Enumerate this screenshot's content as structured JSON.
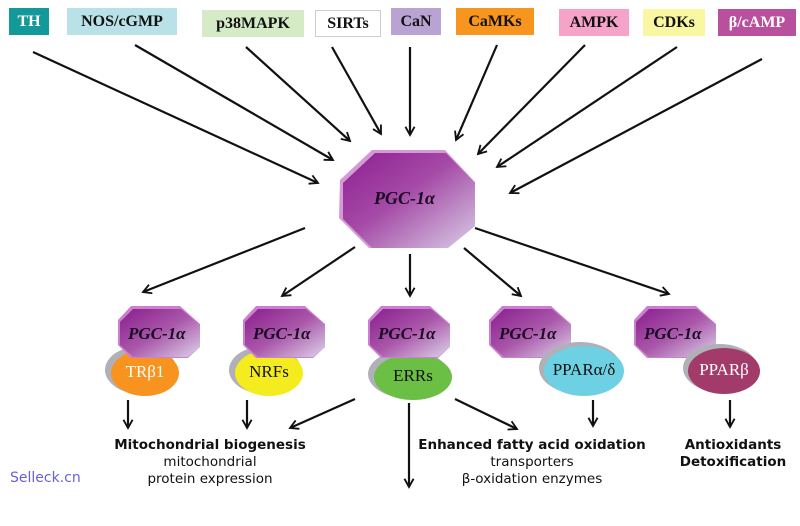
{
  "upstream_regulators": [
    {
      "label": "TH",
      "bg": "#13999a",
      "color": "#ffffff"
    },
    {
      "label": "NOS/cGMP",
      "bg": "#b9e2e8",
      "color": "#111111"
    },
    {
      "label": "p38MAPK",
      "bg": "#d5ebc6",
      "color": "#111111"
    },
    {
      "label": "SIRTs",
      "bg": "#ffffff",
      "color": "#111111"
    },
    {
      "label": "CaN",
      "bg": "#b9a3d3",
      "color": "#111111"
    },
    {
      "label": "CaMKs",
      "bg": "#f7951e",
      "color": "#111111"
    },
    {
      "label": "AMPK",
      "bg": "#f5a3c9",
      "color": "#111111"
    },
    {
      "label": "CDKs",
      "bg": "#f9f7a1",
      "color": "#111111"
    },
    {
      "label": "β/cAMP",
      "bg": "#b9509e",
      "color": "#ffffff"
    }
  ],
  "center_node": {
    "label": "PGC-1α"
  },
  "complexes": [
    {
      "coactivator": "PGC-1α",
      "partner": "TRβ1",
      "partner_bg": "#f7931e",
      "partner_color": "#ffffff"
    },
    {
      "coactivator": "PGC-1α",
      "partner": "NRFs",
      "partner_bg": "#f5ec1c",
      "partner_color": "#111111"
    },
    {
      "coactivator": "PGC-1α",
      "partner": "ERRs",
      "partner_bg": "#6bbf45",
      "partner_color": "#111111"
    },
    {
      "coactivator": "PGC-1α",
      "partner": "PPARα/δ",
      "partner_bg": "#6dd1e3",
      "partner_color": "#111111"
    },
    {
      "coactivator": "PGC-1α",
      "partner": "PPARβ",
      "partner_bg": "#a23a6a",
      "partner_color": "#ffffff"
    }
  ],
  "outcomes": [
    {
      "title": "Mitochondrial biogenesis",
      "lines": [
        "mitochondrial",
        "protein expression"
      ]
    },
    {
      "title": "Enhanced fatty acid oxidation",
      "lines": [
        "transporters",
        "β-oxidation enzymes"
      ]
    },
    {
      "title": "Antioxidants",
      "lines": []
    },
    {
      "title": "Detoxification",
      "lines": []
    }
  ],
  "watermark": "Selleck.cn"
}
